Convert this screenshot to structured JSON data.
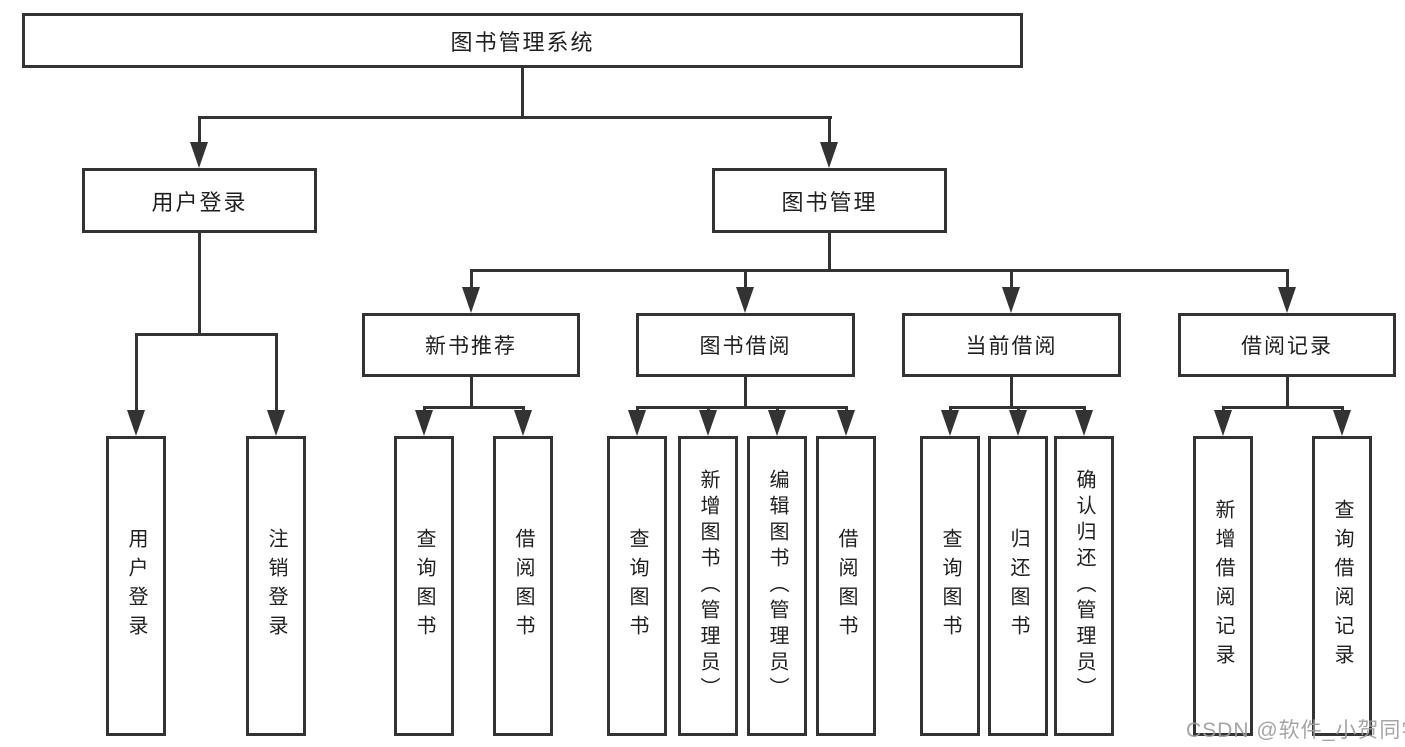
{
  "diagram": {
    "title": "图书管理系统",
    "branches": [
      {
        "label": "用户登录",
        "children": [
          {
            "label": "用户登录"
          },
          {
            "label": "注销登录"
          }
        ]
      },
      {
        "label": "图书管理",
        "children": [
          {
            "label": "新书推荐",
            "children": [
              {
                "label": "查询图书"
              },
              {
                "label": "借阅图书"
              }
            ]
          },
          {
            "label": "图书借阅",
            "children": [
              {
                "label": "查询图书"
              },
              {
                "label": "新增图书（管理员）"
              },
              {
                "label": "编辑图书（管理员）"
              },
              {
                "label": "借阅图书"
              }
            ]
          },
          {
            "label": "当前借阅",
            "children": [
              {
                "label": "查询图书"
              },
              {
                "label": "归还图书"
              },
              {
                "label": "确认归还（管理员）"
              }
            ]
          },
          {
            "label": "借阅记录",
            "children": [
              {
                "label": "新增借阅记录"
              },
              {
                "label": "查询借阅记录"
              }
            ]
          }
        ]
      }
    ]
  },
  "watermark": {
    "text": "CSDN @软件_小贺同学"
  },
  "colors": {
    "line": "#333333",
    "text": "#1f1f1f",
    "watermark": "#9e9e9e",
    "background": "#ffffff"
  }
}
